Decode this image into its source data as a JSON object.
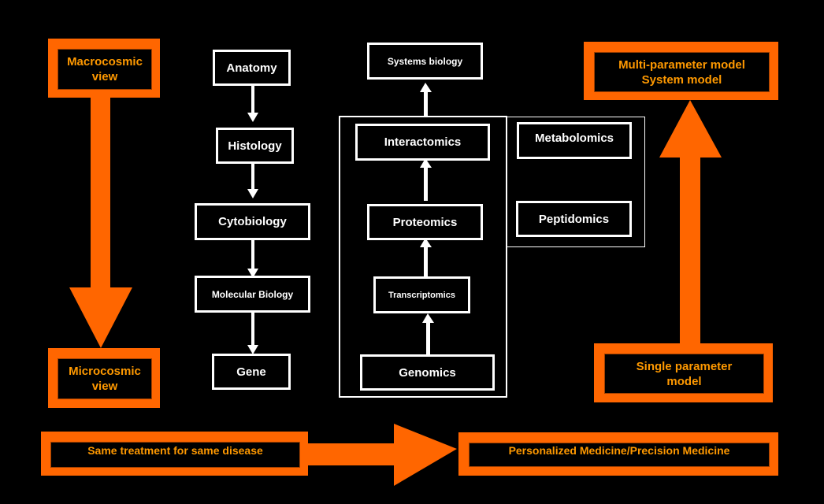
{
  "left_scale": {
    "top_label": "Macrocosmic\nview",
    "bottom_label": "Microcosmic\nview",
    "direction": "down"
  },
  "right_scale": {
    "top_label": "Multi-parameter model\nSystem model",
    "bottom_label": "Single parameter\nmodel",
    "direction": "up"
  },
  "classical_chain": [
    "Anatomy",
    "Histology",
    "Cytobiology",
    "Molecular Biology",
    "Gene"
  ],
  "omics": {
    "top": "Systems biology",
    "chain": [
      "Interactomics",
      "Proteomics",
      "Transcriptomics",
      "Genomics"
    ],
    "side": [
      "Metabolomics",
      "Peptidomics"
    ]
  },
  "bottom_flow": {
    "from": "Same treatment for same disease",
    "to": "Personalized Medicine/Precision Medicine"
  },
  "colors": {
    "accent_orange": "#ff6600",
    "text_orange": "#ff9900",
    "background": "#000000",
    "line_white": "#ffffff"
  }
}
